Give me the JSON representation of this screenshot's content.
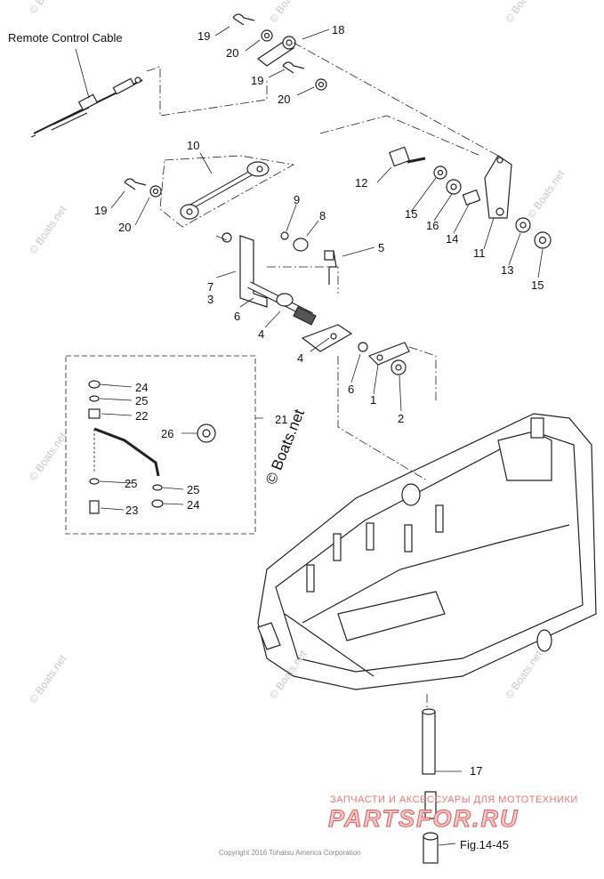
{
  "title_label": "Remote Control Cable",
  "callouts": {
    "c1": "1",
    "c2": "2",
    "c3": "3",
    "c4a": "4",
    "c4b": "4",
    "c5": "5",
    "c6a": "6",
    "c6b": "6",
    "c7": "7",
    "c8": "8",
    "c9": "9",
    "c10": "10",
    "c11": "11",
    "c12": "12",
    "c13": "13",
    "c14": "14",
    "c15a": "15",
    "c15b": "15",
    "c16": "16",
    "c17": "17",
    "c18": "18",
    "c19a": "19",
    "c19b": "19",
    "c19c": "19",
    "c20a": "20",
    "c20b": "20",
    "c20c": "20",
    "c21": "21",
    "c22": "22",
    "c23": "23",
    "c24a": "24",
    "c24b": "24",
    "c25a": "25",
    "c25b": "25",
    "c25c": "25",
    "c26": "26"
  },
  "fig_ref": "Fig.14-45",
  "watermark_small": "© Boats.net",
  "watermark_center": "© Boats.net",
  "shop_line": "ЗАПЧАСТИ И АКСЕССУАРЫ ДЛЯ МОТОТЕХНИКИ",
  "shop_logo": "PARTSFOR.RU",
  "copyright": "Copyright 2016 Tohatsu America Corporation"
}
